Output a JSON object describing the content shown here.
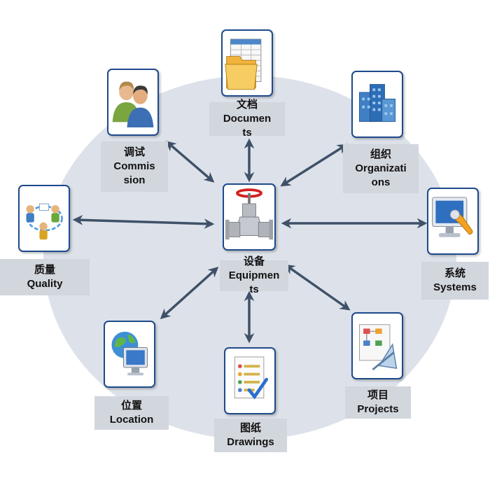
{
  "nodes": {
    "documents": {
      "zh": "文档",
      "en1": "Documen",
      "en2": "ts"
    },
    "commission": {
      "zh": "调试",
      "en1": "Commis",
      "en2": "sion"
    },
    "organizations": {
      "zh": "组织",
      "en1": "Organizati",
      "en2": "ons"
    },
    "quality": {
      "zh": "质量",
      "en1": "Quality"
    },
    "equipments": {
      "zh": "设备",
      "en1": "Equipmen",
      "en2": "ts"
    },
    "systems": {
      "zh": "系统",
      "en1": "Systems"
    },
    "location": {
      "zh": "位置",
      "en1": "Location"
    },
    "drawings": {
      "zh": "图纸",
      "en1": "Drawings"
    },
    "projects": {
      "zh": "项目",
      "en1": "Projects"
    }
  },
  "icons": {
    "documents": "folder-with-spreadsheet-icon",
    "commission": "people-icon",
    "organizations": "office-building-icon",
    "quality": "workflow-network-icon",
    "equipments": "gate-valve-icon",
    "systems": "computer-monitor-icon",
    "location": "globe-computer-icon",
    "drawings": "document-checklist-icon",
    "projects": "chart-drafting-icon"
  },
  "colors": {
    "ellipse": "#dde2ea",
    "arrow": "#3f5168",
    "tile_border": "#1e4a8c",
    "label_bg": "#d2d6dd"
  }
}
